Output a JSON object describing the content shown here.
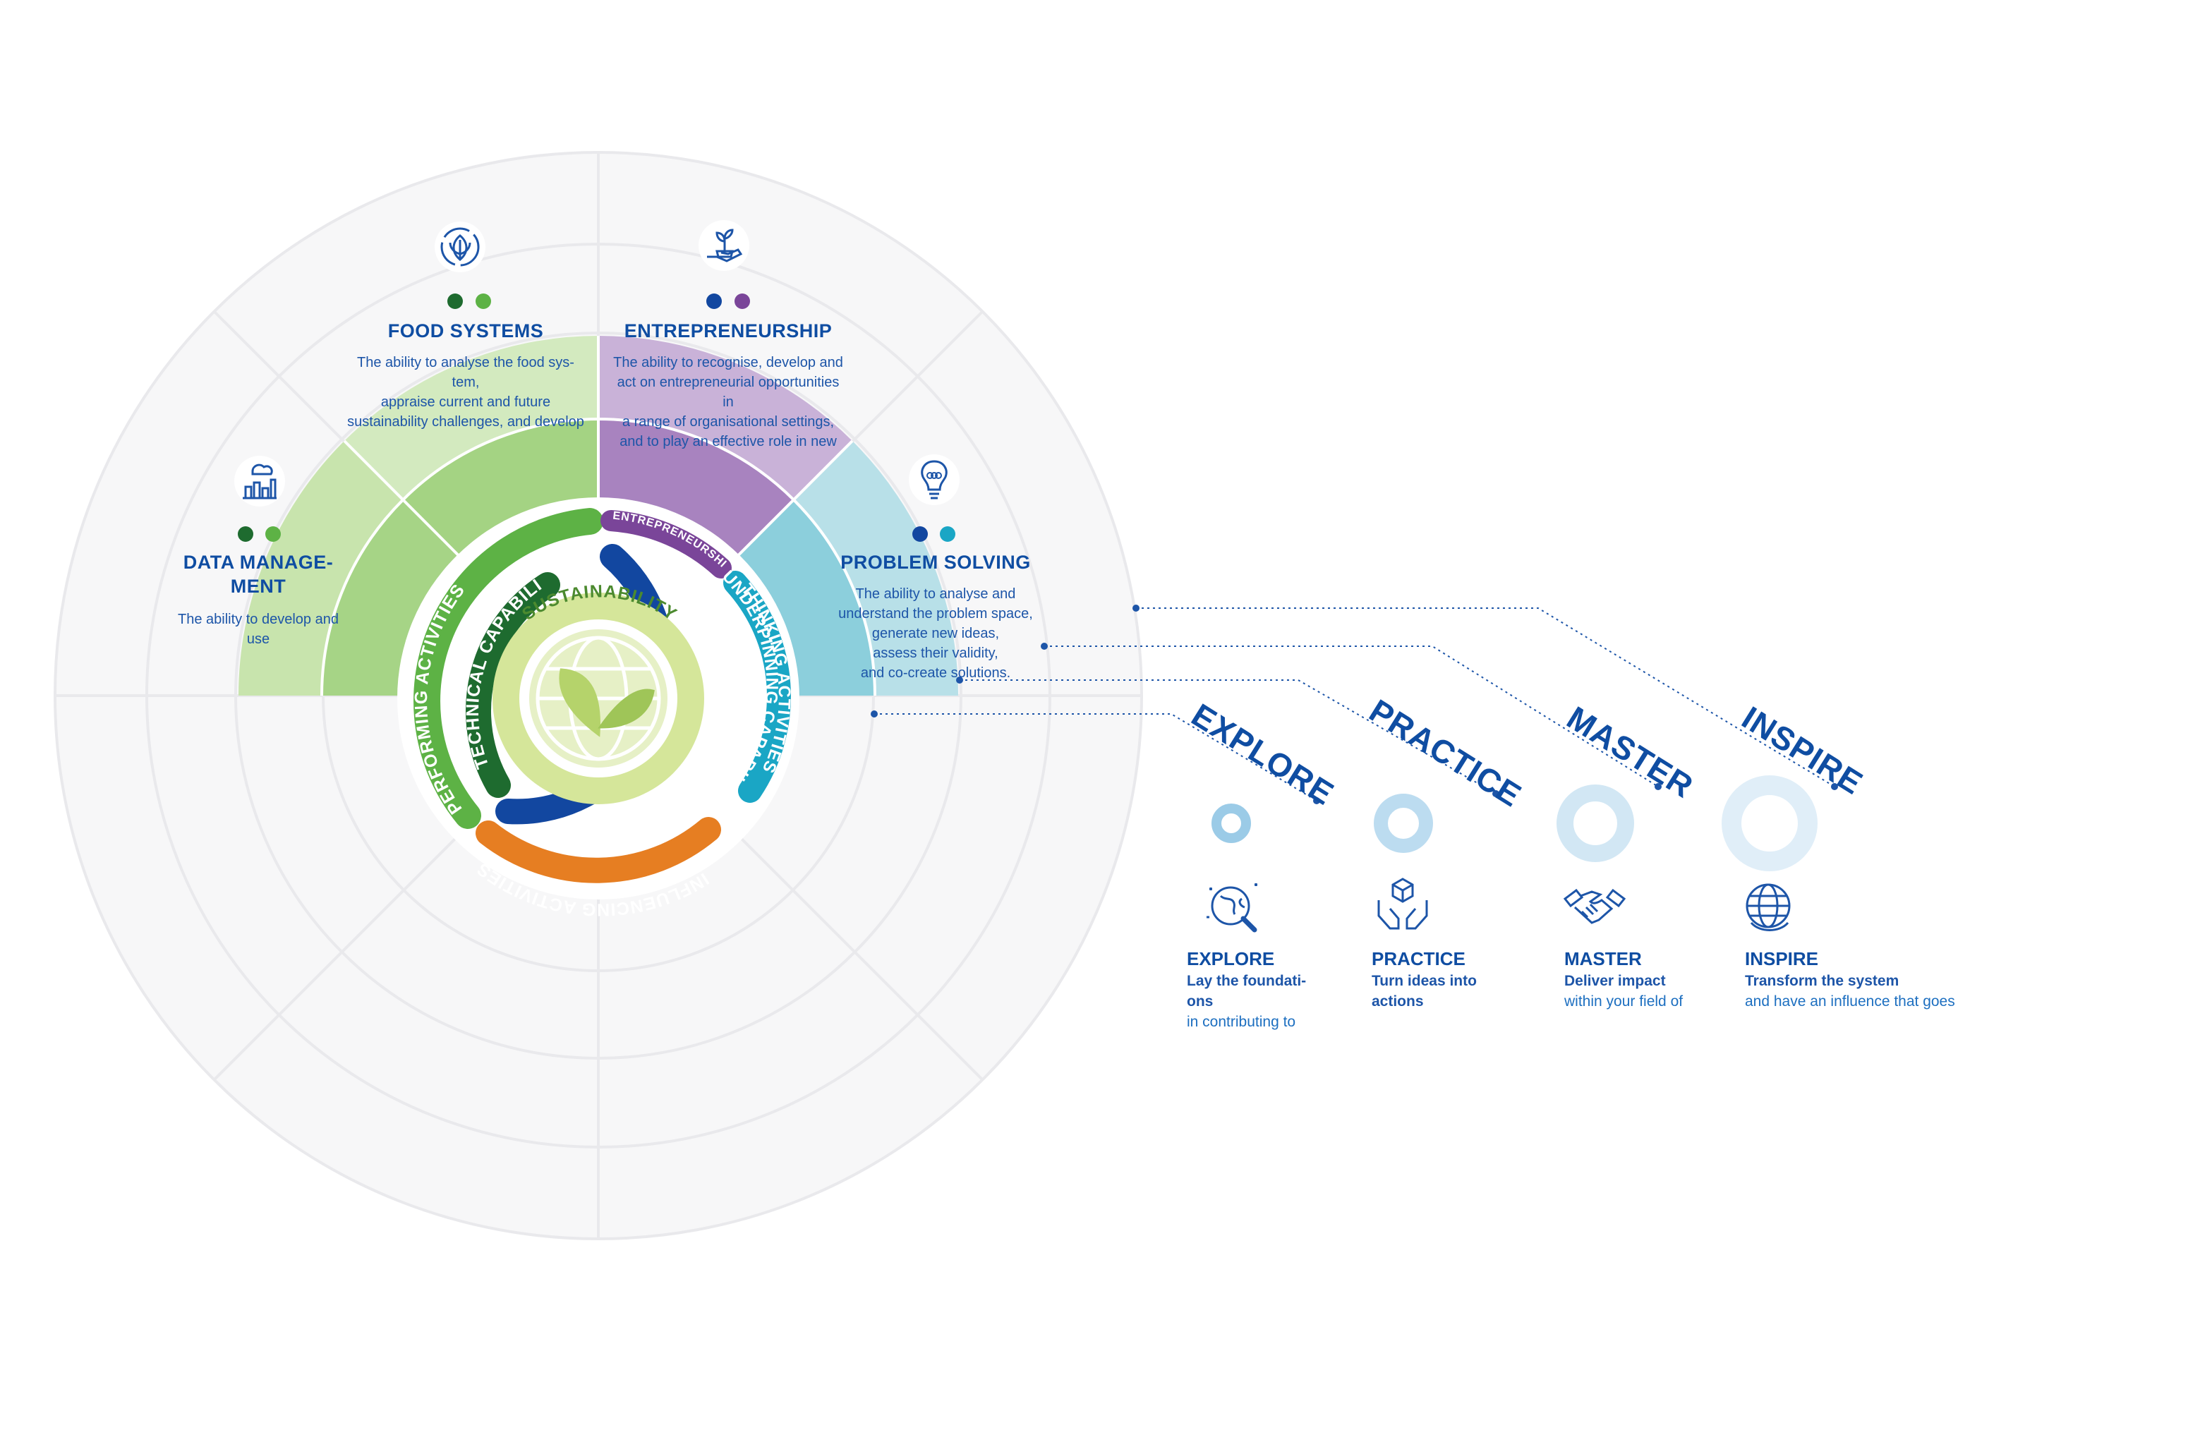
{
  "colors": {
    "navy": "#0f4da2",
    "green_dark": "#1e6b2f",
    "green_mid": "#5db245",
    "green_light": "#b9dc95",
    "green_pale": "#d1e9bb",
    "purple": "#a47bb8",
    "purple_light": "#c7aed6",
    "purple_dark": "#7a4599",
    "teal": "#8acbd8",
    "teal_light": "#b8e0e8",
    "cyan": "#1aa6c5",
    "orange": "#e67e22",
    "blue_ring": "#1247a0"
  },
  "wheel": {
    "center_label": "SUSTAINABILITY",
    "center_icon": "globe-leaf-icon",
    "rings": {
      "performing": "PERFORMING ACTIVITIES",
      "technical": "TECHNICAL CAPABILITIES",
      "entrepreneurship_arc": "ENTREPRENEURSHIP",
      "thinking": "THINKING ACTIVITIES",
      "underpinning": "UNDERPINNING CAPABILITIES",
      "influencing": "INFLUENCING ACTIVITIES"
    }
  },
  "segments": {
    "data_management": {
      "title_line1": "DATA MANAGE-",
      "title_line2": "MENT",
      "desc": [
        "The ability to develop and",
        "use"
      ],
      "icon": "data-cloud-chart-icon"
    },
    "food_systems": {
      "title": "FOOD SYSTEMS",
      "desc": [
        "The ability to analyse the food sys-",
        "tem,",
        "appraise current and future",
        "sustainability challenges, and develop"
      ],
      "icon": "food-cycle-leaf-icon"
    },
    "entrepreneurship": {
      "title": "ENTREPRENEURSHIP",
      "desc": [
        "The ability to recognise, develop and",
        "act on entrepreneurial opportunities",
        "in",
        "a range of organisational settings,",
        "and to play an effective role in new"
      ],
      "icon": "hand-plant-icon"
    },
    "problem_solving": {
      "title": "PROBLEM SOLVING",
      "desc": [
        "The ability to analyse and",
        "understand the problem space,",
        "generate new ideas,",
        "assess their validity,",
        "and co-create solutions."
      ],
      "icon": "lightbulb-icon"
    }
  },
  "levels": {
    "stairs": [
      "EXPLORE",
      "PRACTICE",
      "MASTER",
      "INSPIRE"
    ],
    "items": [
      {
        "title": "EXPLORE",
        "sub": [
          "Lay the foundati-",
          "ons"
        ],
        "sub2": "in contributing to",
        "icon": "globe-magnifier-icon"
      },
      {
        "title": "PRACTICE",
        "sub": [
          "Turn ideas into",
          "actions"
        ],
        "sub2": "",
        "icon": "hands-box-icon"
      },
      {
        "title": "MASTER",
        "sub": [
          "Deliver impact"
        ],
        "sub2": "within your field of",
        "icon": "handshake-icon"
      },
      {
        "title": "INSPIRE",
        "sub": [
          "Transform the system"
        ],
        "sub2": "and have an influence that goes",
        "icon": "globe-grid-icon"
      }
    ]
  }
}
